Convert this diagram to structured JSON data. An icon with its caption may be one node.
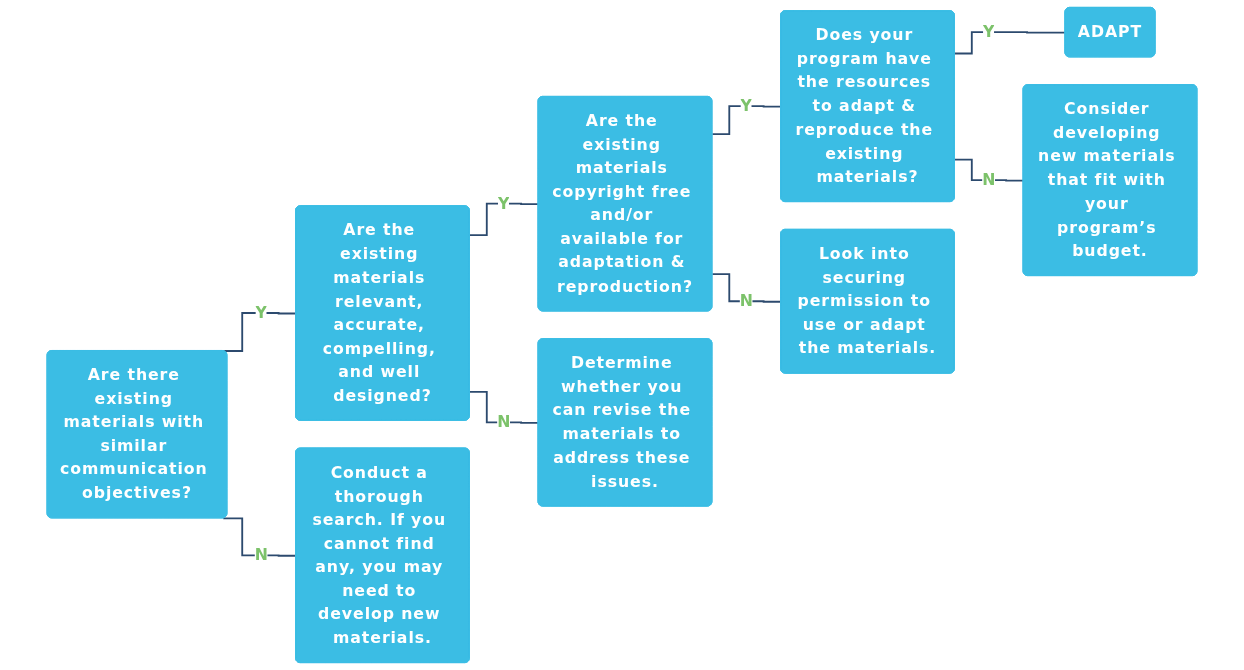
{
  "diagram": {
    "nodes": [
      {
        "text": [
          "Are there existing materials with similar communication objectives?"
        ]
      },
      {
        "text": [
          "Are the existing materials relevant, accurate, compelling, and well designed?"
        ]
      },
      {
        "text": [
          "Conduct a thorough search. If you cannot find any, you may need to develop new materials."
        ]
      },
      {
        "text": [
          "Are the existing materials copyright free and/or available for adaptation & reproduction?"
        ]
      },
      {
        "text": [
          "Determine whether you can revise the materials to address these issues."
        ]
      },
      {
        "text": [
          "Does your program have the resources to adapt & reproduce the existing materials?"
        ]
      },
      {
        "text": [
          "Look into securing permission to use or adapt the materials."
        ]
      },
      {
        "text": [
          "ADAPT"
        ]
      },
      {
        "text": [
          "Consider developing new materials that fit with your program’s budget."
        ]
      }
    ],
    "edges": [
      {
        "from": 0,
        "to": 1,
        "label": "Y",
        "arrow": "none"
      },
      {
        "from": 0,
        "to": 2,
        "label": "N",
        "arrow": "none"
      },
      {
        "from": 1,
        "to": 3,
        "label": "Y",
        "arrow": "none"
      },
      {
        "from": 1,
        "to": 4,
        "label": "N",
        "arrow": "none"
      },
      {
        "from": 3,
        "to": 5,
        "label": "Y",
        "arrow": "none"
      },
      {
        "from": 3,
        "to": 6,
        "label": "N",
        "arrow": "none"
      },
      {
        "from": 5,
        "to": 7,
        "label": "Y",
        "arrow": "none"
      },
      {
        "from": 5,
        "to": 8,
        "label": "N",
        "arrow": "none"
      }
    ]
  }
}
